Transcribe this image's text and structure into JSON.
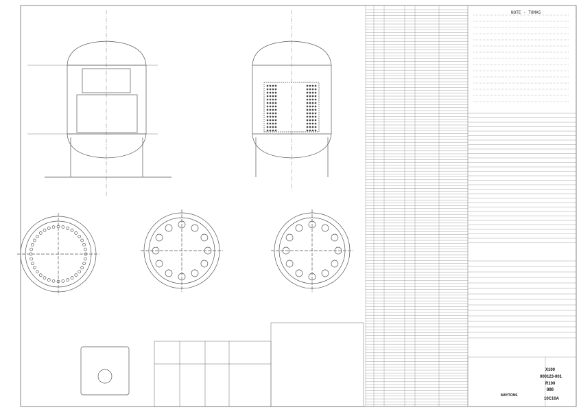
{
  "notes": {
    "title": "NOTE - TOMAS"
  },
  "title_block": {
    "item_code": "X100",
    "drawing_number": "000123-001",
    "revision_code": "R100",
    "sheet_code": "888",
    "company": "MAYTONS",
    "document_code": "10C10A"
  },
  "colors": {
    "line": "#555555",
    "paper": "#ffffff"
  }
}
